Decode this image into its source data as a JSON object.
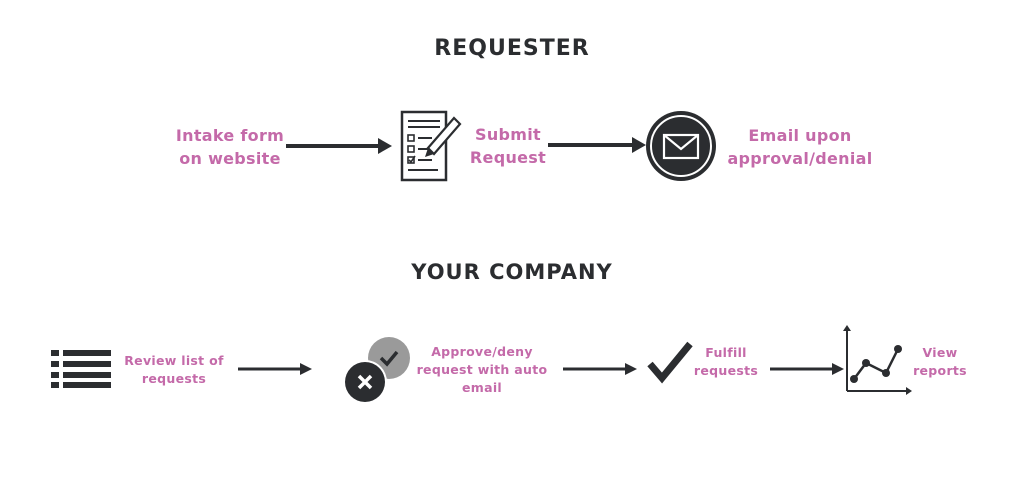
{
  "colors": {
    "accent": "#c46aa9",
    "ink": "#2b2d30",
    "muted": "#9a9a9a"
  },
  "requester": {
    "title": "REQUESTER",
    "steps": [
      {
        "label": "Intake form\non website",
        "icon": ""
      },
      {
        "label": "Submit\nRequest",
        "icon": "form-checklist-icon"
      },
      {
        "label": "Email upon\napproval/denial",
        "icon": "envelope-icon"
      }
    ]
  },
  "company": {
    "title": "YOUR COMPANY",
    "steps": [
      {
        "label": "Review list of\nrequests",
        "icon": "list-icon"
      },
      {
        "label": "Approve/deny\nrequest with auto\nemail",
        "icon": "approve-deny-icon"
      },
      {
        "label": "Fulfill\nrequests",
        "icon": "checkmark-icon"
      },
      {
        "label": "View\nreports",
        "icon": "line-chart-icon"
      }
    ]
  }
}
